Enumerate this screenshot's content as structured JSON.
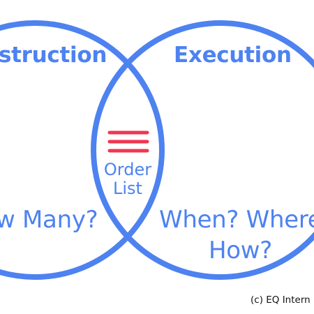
{
  "colors": {
    "circle": "#4d82f0",
    "text": "#4d82f0",
    "icon": "#f1364f",
    "copyright": "#111111"
  },
  "left_set": {
    "heading": "struction",
    "question": "w Many?"
  },
  "right_set": {
    "heading": "Execution",
    "question_line1": "When? Where",
    "question_line2": "How?"
  },
  "overlap": {
    "icon": "list-lines-icon",
    "label_line1": "Order",
    "label_line2": "List"
  },
  "footer": {
    "copyright": "(c) EQ Intern"
  }
}
